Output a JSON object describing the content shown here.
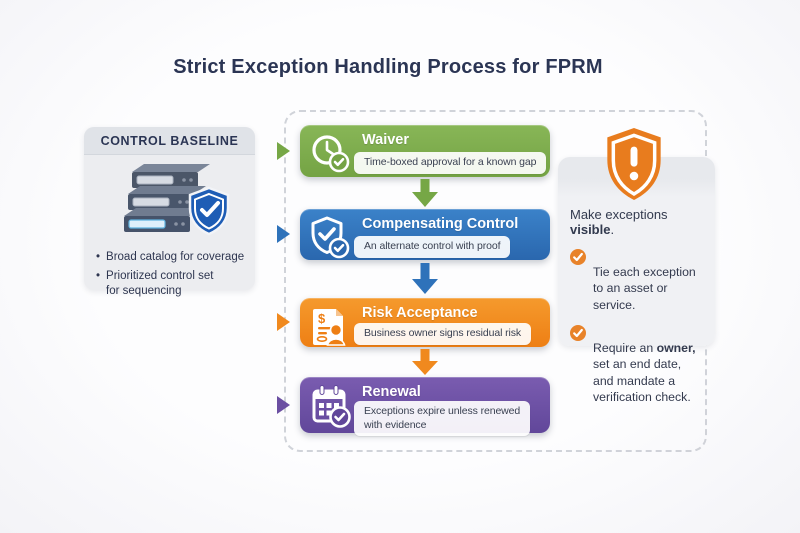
{
  "title": "Strict Exception Handling Process for FPRM",
  "colors": {
    "green": "#7CAD4F",
    "blue": "#2E72BA",
    "orange": "#F0891E",
    "purple": "#6B4FA2",
    "alert_shield": "#E87C1E",
    "navy_text": "#2B3554",
    "card_gray": "#ECEDF0"
  },
  "baseline": {
    "header": "CONTROL BASELINE",
    "icon": "server-stack-shield-icon",
    "bullets": [
      "Broad catalog for coverage",
      "Prioritized control set\nfor sequencing"
    ]
  },
  "process": {
    "steps": [
      {
        "label": "Waiver",
        "desc": "Time-boxed approval for a known gap",
        "icon": "clock-check-icon",
        "color": "#7CAD4F"
      },
      {
        "label": "Compensating Control",
        "desc": "An alternate control with proof",
        "icon": "shield-check-icon",
        "color": "#2E72BA"
      },
      {
        "label": "Risk Acceptance",
        "desc": "Business owner signs residual risk",
        "icon": "document-sign-icon",
        "color": "#F0891E"
      },
      {
        "label": "Renewal",
        "desc": "Exceptions expire unless renewed\nwith evidence",
        "icon": "calendar-check-icon",
        "color": "#6B4FA2"
      }
    ]
  },
  "callout": {
    "icon": "alert-shield-icon",
    "bullet_icon": "check-circle-icon",
    "heading": {
      "pre": "Make exceptions ",
      "bold": "visible",
      "post": "."
    },
    "bullets": [
      {
        "pre": "Tie each exception\nto an asset or service.",
        "bold": "",
        "post": ""
      },
      {
        "pre": "Require an ",
        "bold": "owner,",
        "post": "\nset an end date,\nand mandate a\nverification check."
      }
    ]
  }
}
